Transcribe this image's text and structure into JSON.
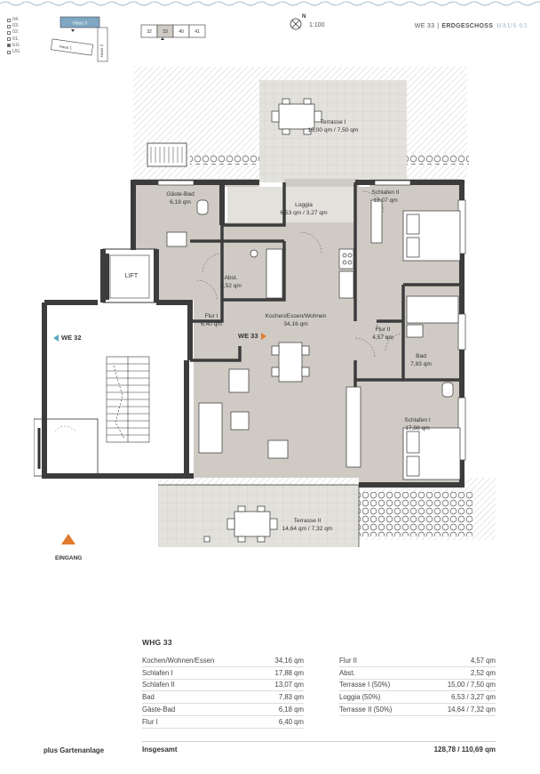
{
  "header": {
    "floors": [
      "04.",
      "03.",
      "02.",
      "01.",
      "EG",
      "UG"
    ],
    "active_floor": "EG",
    "site_labels": {
      "haus_top": "Haus 3",
      "haus_right": "Haus 2",
      "haus_left": "Haus 1"
    },
    "unit_strip": [
      "32",
      "33",
      "40",
      "41"
    ],
    "active_unit": "33",
    "north": "N",
    "scale": "1:100",
    "unit_ref": "WE 33",
    "floor_name": "ERDGESCHOSS",
    "haus": "HAUS 03"
  },
  "plan": {
    "rooms": [
      {
        "name": "Terrasse I",
        "area": "15,00 qm / 7,50 qm"
      },
      {
        "name": "Gäste-Bad",
        "area": "6,18 qm"
      },
      {
        "name": "Loggia",
        "area": "6,53 qm / 3,27 qm"
      },
      {
        "name": "Schlafen II",
        "area": "13,07 qm"
      },
      {
        "name": "Abst.",
        "area": "2,52 qm"
      },
      {
        "name": "Flur I",
        "area": "6,40 qm"
      },
      {
        "name": "Kochen/Essen/Wohnen",
        "area": "34,16 qm"
      },
      {
        "name": "Flur II",
        "area": "4,57 qm"
      },
      {
        "name": "Bad",
        "area": "7,83 qm"
      },
      {
        "name": "Schlafen I",
        "area": "17,88 qm"
      },
      {
        "name": "Terrasse II",
        "area": "14,64 qm / 7,32 qm"
      }
    ],
    "lift": "LIFT",
    "we_left": "WE 32",
    "we_right": "WE 33",
    "entrance": "EINGANG"
  },
  "summary": {
    "title": "WHG 33",
    "left_rows": [
      {
        "label": "Kochen/Wohnen/Essen",
        "value": "34,16 qm"
      },
      {
        "label": "Schlafen I",
        "value": "17,88 qm"
      },
      {
        "label": "Schlafen II",
        "value": "13,07 qm"
      },
      {
        "label": "Bad",
        "value": "7,83 qm"
      },
      {
        "label": "Gäste-Bad",
        "value": "6,18 qm"
      },
      {
        "label": "Flur I",
        "value": "6,40 qm"
      }
    ],
    "right_rows": [
      {
        "label": "Flur II",
        "value": "4,57 qm"
      },
      {
        "label": "Abst.",
        "value": "2,52 qm"
      },
      {
        "label": "Terrasse I (50%)",
        "value": "15,00 / 7,50 qm"
      },
      {
        "label": "Loggia (50%)",
        "value": "6,53 / 3,27 qm"
      },
      {
        "label": "Terrasse II (50%)",
        "value": "14,64 / 7,32 qm"
      }
    ],
    "total_label": "Insgesamt",
    "total_value": "128,78 / 110,69 qm",
    "garden": "plus Gartenanlage"
  },
  "colors": {
    "wall": "#3c3c3c",
    "room_fill": "#cfcbc4",
    "terrace_fill": "#e3e1dc",
    "stair_fill": "#ffffff",
    "outdoor_hatch": "#b0aca6",
    "accent_blue": "#5fa8c0",
    "accent_orange": "#e07a2c"
  }
}
